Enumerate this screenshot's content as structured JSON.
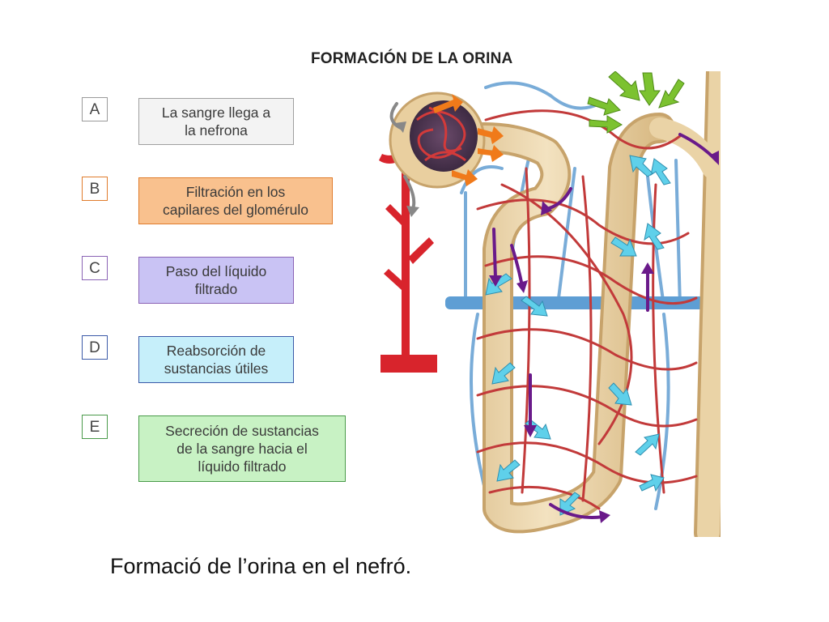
{
  "title": "FORMACIÓN DE LA ORINA",
  "legend": [
    {
      "letter": "A",
      "text": "La sangre llega a\nla nefrona",
      "fill": "#f3f3f3",
      "border": "#a0a0a0",
      "letter_border": "#9a9a9a"
    },
    {
      "letter": "B",
      "text": "Filtración en los\ncapilares del glomérulo",
      "fill": "#f9c18e",
      "border": "#e07c2c",
      "letter_border": "#e07c2c"
    },
    {
      "letter": "C",
      "text": "Paso del líquido\nfiltrado",
      "fill": "#c9c3f4",
      "border": "#8a63b5",
      "letter_border": "#8a63b5"
    },
    {
      "letter": "D",
      "text": "Reabsorción de\nsustancias útiles",
      "fill": "#c6effa",
      "border": "#3c5aa8",
      "letter_border": "#3c5aa8"
    },
    {
      "letter": "E",
      "text": "Secreción de sustancias\nde la sangre hacia el\nlíquido filtrado",
      "fill": "#c8f2c4",
      "border": "#4a9a4a",
      "letter_border": "#4a9a4a"
    }
  ],
  "caption": "Formació de l’orina en el nefró.",
  "colors": {
    "artery": "#d8242c",
    "capillary": "#c23a3a",
    "vein": "#6ea6d6",
    "tubule": "#e8cfa0",
    "arrow_filtrate": "#6a1a8a",
    "arrow_reabsorb": "#5fd0ea",
    "arrow_secrete": "#7cc230",
    "arrow_blood": "#f07a1a"
  }
}
